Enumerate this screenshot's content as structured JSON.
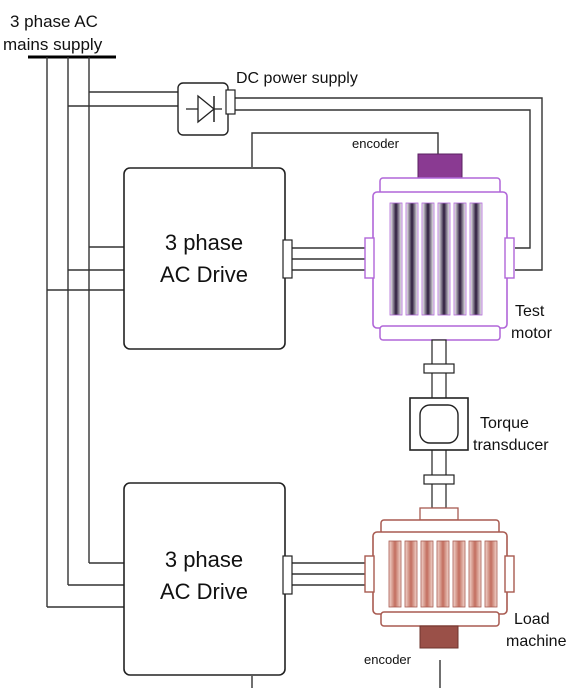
{
  "labels": {
    "mains_line1": "3 phase AC",
    "mains_line2": "mains supply",
    "dc_supply": "DC power supply",
    "encoder_top": "encoder",
    "encoder_bottom": "encoder",
    "drive1_line1": "3 phase",
    "drive1_line2": "AC Drive",
    "drive2_line1": "3 phase",
    "drive2_line2": "AC Drive",
    "test_motor_line1": "Test",
    "test_motor_line2": "motor",
    "torque_line1": "Torque",
    "torque_line2": "transducer",
    "load_line1": "Load",
    "load_line2": "machine"
  },
  "colors": {
    "test_motor": "#b066d8",
    "test_motor_encoder": "#8a3a92",
    "load_machine": "#a85a50",
    "load_encoder": "#9a5048",
    "wire": "#333333"
  }
}
